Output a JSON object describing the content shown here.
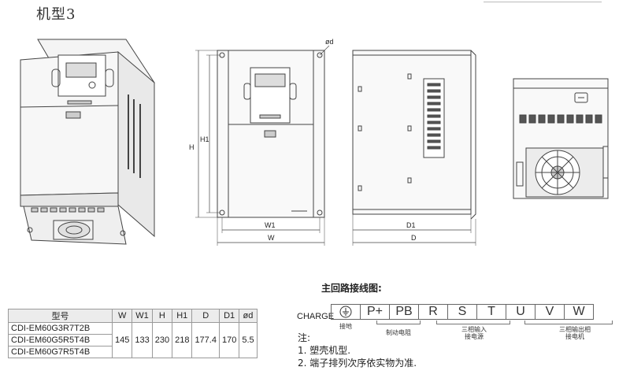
{
  "title": "机型3",
  "dims": {
    "od": "ød",
    "h": "H",
    "h1": "H1",
    "w1": "W1",
    "w": "W",
    "d1": "D1",
    "d": "D"
  },
  "table": {
    "headers": [
      "型号",
      "W",
      "W1",
      "H",
      "H1",
      "D",
      "D1",
      "ød"
    ],
    "models": [
      "CDI-EM60G3R7T2B",
      "CDI-EM60G5R5T4B",
      "CDI-EM60G7R5T4B"
    ],
    "values": [
      "145",
      "133",
      "230",
      "218",
      "177.4",
      "170",
      "5.5"
    ]
  },
  "wiring": {
    "title": "主回路接线图:",
    "charge": "CHARGE",
    "terminals": [
      "⏚",
      "P+",
      "PB",
      "R",
      "S",
      "T",
      "U",
      "V",
      "W"
    ],
    "labels": {
      "ground": "接地",
      "brake": "制动电阻",
      "input": "三相输入\n接电源",
      "output": "三相输出相\n接电机"
    }
  },
  "notes": {
    "head": "注:",
    "items": [
      "1. 塑壳机型.",
      "2. 端子排列次序依实物为准."
    ]
  }
}
